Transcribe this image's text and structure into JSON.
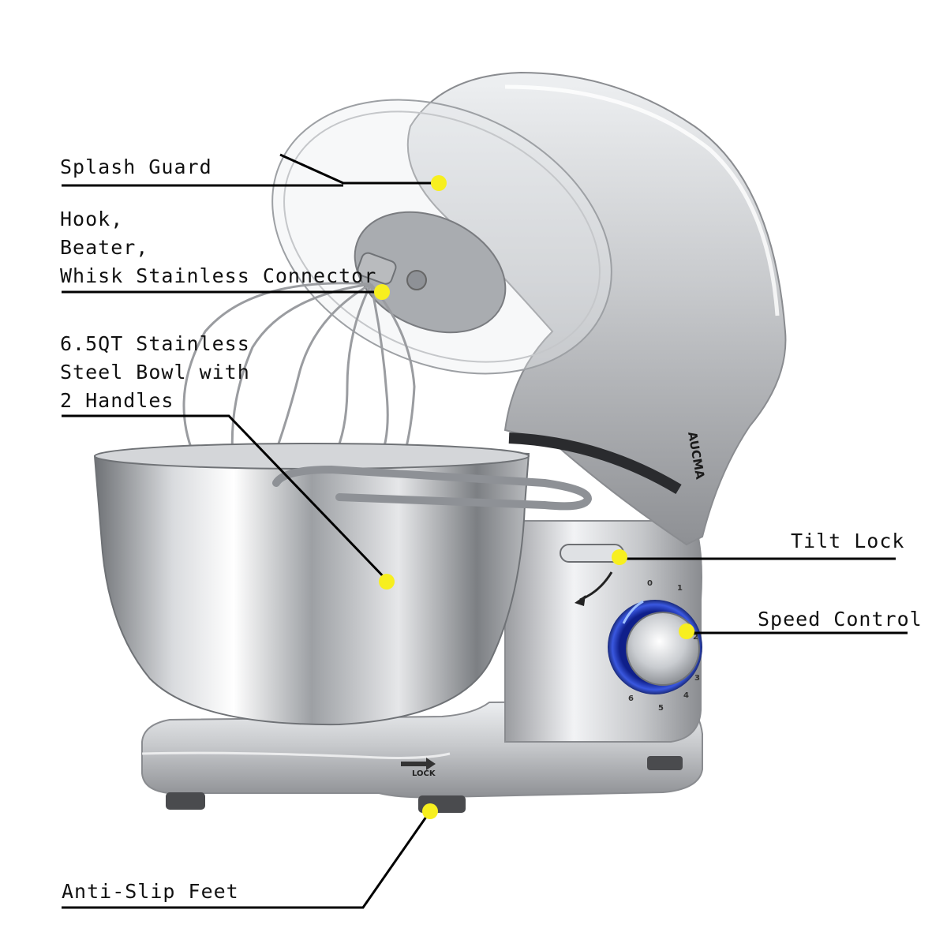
{
  "callouts": {
    "splash_guard": "Splash Guard",
    "connector": [
      "Hook,",
      "Beater,",
      "Whisk Stainless Connector"
    ],
    "bowl": [
      "6.5QT Stainless",
      "Steel Bowl with",
      "2 Handles"
    ],
    "tilt_lock": "Tilt Lock",
    "speed_control": "Speed Control",
    "anti_slip_feet": "Anti-Slip Feet"
  },
  "product": {
    "brand": "AUCMA",
    "base_marking": "LOCK",
    "dial_numbers": [
      "0",
      "1",
      "2",
      "3",
      "4",
      "5",
      "6"
    ]
  },
  "colors": {
    "marker": "#f7ef1f",
    "leader_line": "#000000",
    "body_silver": "#c9cbcf",
    "dial_ring": "#2436a8"
  }
}
